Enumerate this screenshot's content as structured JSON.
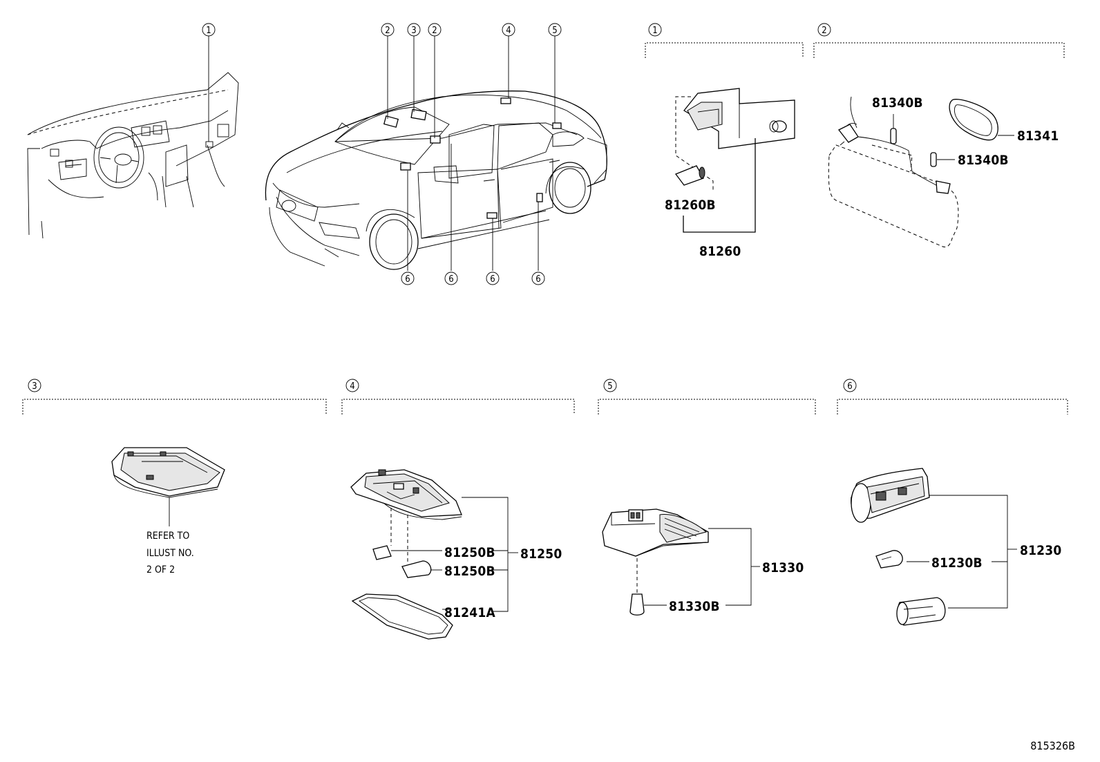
{
  "diagram_code": "815326B",
  "overview_callouts": {
    "dash": "1",
    "car_top": [
      "2",
      "3",
      "2",
      "4",
      "5"
    ],
    "car_bottom": [
      "6",
      "6",
      "6",
      "6"
    ]
  },
  "sections": [
    {
      "id": "1",
      "callout": "1",
      "parts": [
        "81260B",
        "81260"
      ]
    },
    {
      "id": "2",
      "callout": "2",
      "parts": [
        "81340B",
        "81340B",
        "81341"
      ]
    },
    {
      "id": "3",
      "callout": "3",
      "note": [
        "REFER TO",
        "ILLUST NO.",
        "2 OF 2"
      ]
    },
    {
      "id": "4",
      "callout": "4",
      "parts": [
        "81250B",
        "81250B",
        "81241A",
        "81250"
      ]
    },
    {
      "id": "5",
      "callout": "5",
      "parts": [
        "81330B",
        "81330"
      ]
    },
    {
      "id": "6",
      "callout": "6",
      "parts": [
        "81230B",
        "81230"
      ]
    }
  ],
  "icons": {
    "dash": "instrument-panel-illustration",
    "car": "sedan-illustration",
    "glove_box_lamp": "glove-box-lamp-illustration",
    "vanity_lamp": "sun-visor-vanity-lamp-illustration",
    "overhead_console": "overhead-console-illustration",
    "room_lamp": "room-lamp-illustration",
    "cargo_lamp": "rear-room-lamp-illustration",
    "courtesy_lamp": "courtesy-lamp-illustration"
  }
}
